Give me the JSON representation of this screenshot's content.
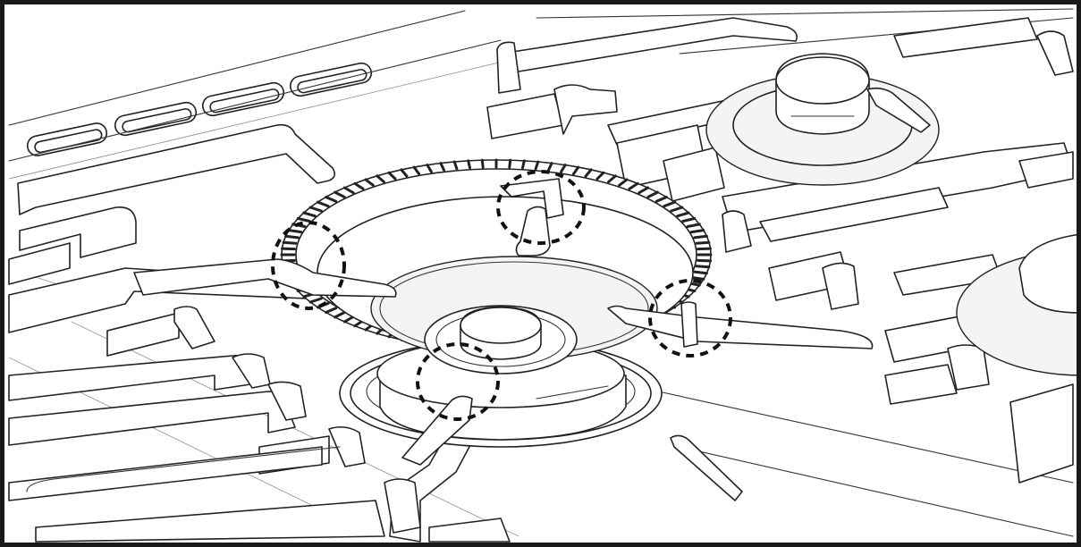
{
  "figure": {
    "subject": "gas-hob-burner-assembly",
    "callouts": [
      {
        "id": "callout-top-tab"
      },
      {
        "id": "callout-left-tab"
      },
      {
        "id": "callout-right-tab"
      },
      {
        "id": "callout-bottom-tab"
      }
    ],
    "colors": {
      "line": "#222222",
      "background": "#ffffff",
      "callout": "#111111",
      "frame": "#1a1a1a"
    }
  }
}
